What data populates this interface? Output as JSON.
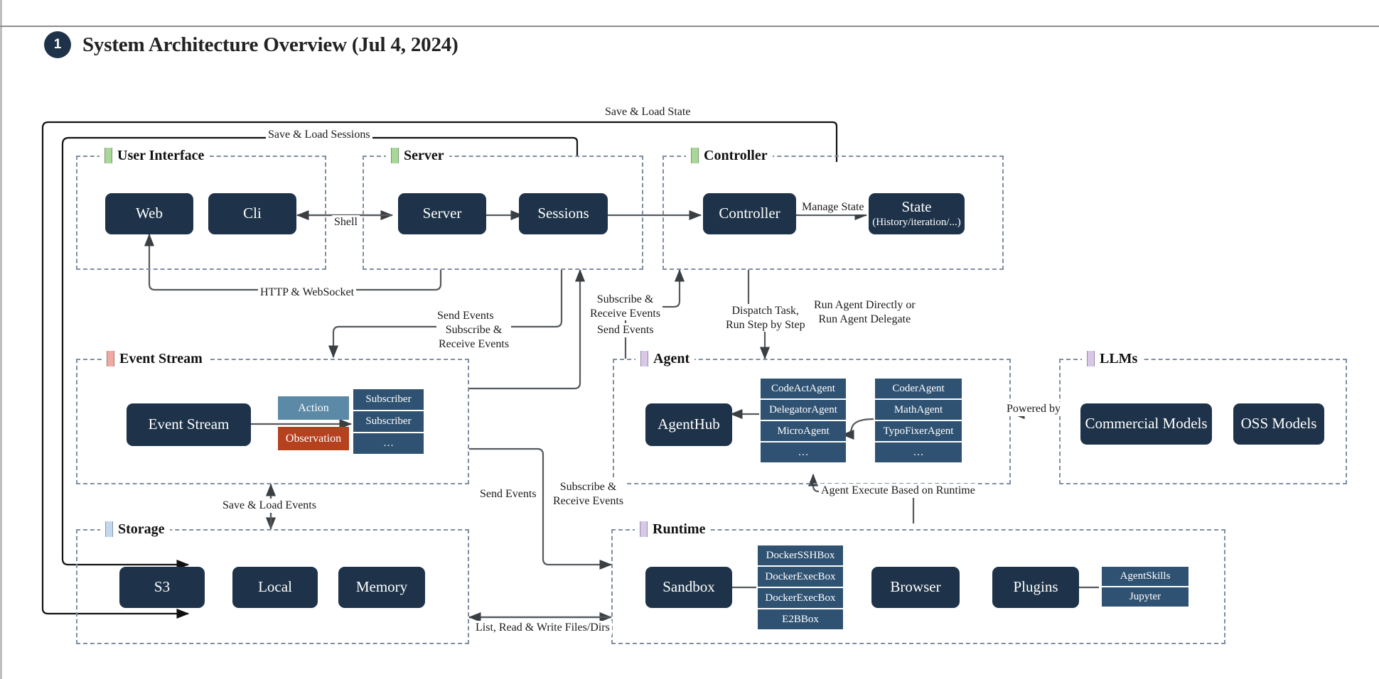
{
  "header": {
    "slide_number": "1",
    "title": "System Architecture Overview (Jul 4, 2024)"
  },
  "colors": {
    "node_fill": "#1e3349",
    "stack_fill": "#2f5272",
    "action_chip": "#5b89a6",
    "observation_chip": "#b5411f",
    "frame_border": "#7e8fa3",
    "wire": "#555a5e",
    "accent_user_interface": "#a9d79a",
    "accent_server": "#a9d79a",
    "accent_controller": "#a9d79a",
    "accent_event_stream": "#f1a9a4",
    "accent_storage": "#c3d8ef",
    "accent_agent": "#d9c7e8",
    "accent_llms": "#d9c7e8",
    "accent_runtime": "#d9c7e8"
  },
  "groups": {
    "user_interface": "User Interface",
    "server": "Server",
    "controller": "Controller",
    "event_stream": "Event Stream",
    "agent": "Agent",
    "llms": "LLMs",
    "storage": "Storage",
    "runtime": "Runtime"
  },
  "nodes": {
    "web": "Web",
    "cli": "Cli",
    "server": "Server",
    "sessions": "Sessions",
    "controller": "Controller",
    "state": "State",
    "state_sub": "(History/iteration/...)",
    "event_stream": "Event Stream",
    "agent_hub": "AgentHub",
    "commercial_models": "Commercial Models",
    "oss_models": "OSS Models",
    "s3": "S3",
    "local": "Local",
    "memory": "Memory",
    "sandbox": "Sandbox",
    "browser": "Browser",
    "plugins": "Plugins"
  },
  "chips": {
    "action": "Action",
    "observation": "Observation"
  },
  "stacks": {
    "subscribers": [
      "Subscriber",
      "Subscriber",
      "…"
    ],
    "agents_left": [
      "CodeActAgent",
      "DelegatorAgent",
      "MicroAgent",
      "…"
    ],
    "agents_right": [
      "CoderAgent",
      "MathAgent",
      "TypoFixerAgent",
      "…"
    ],
    "sandboxes": [
      "DockerSSHBox",
      "DockerExecBox",
      "DockerExecBox",
      "E2BBox"
    ],
    "plugin_items": [
      "AgentSkills",
      "Jupyter"
    ]
  },
  "edge_labels": {
    "save_load_state": "Save & Load State",
    "save_load_sessions": "Save & Load Sessions",
    "shell": "Shell",
    "manage_state": "Manage State",
    "http_websocket": "HTTP & WebSocket",
    "send_events_1": "Send Events",
    "subscribe_receive_1": "Subscribe &\nReceive Events",
    "subscribe_receive_2": "Subscribe &\nReceive Events",
    "send_events_2": "Send Events",
    "dispatch_task": "Dispatch Task,\nRun Step by Step",
    "run_agent": "Run Agent Directly or\nRun Agent Delegate",
    "powered_by": "Powered by",
    "save_load_events": "Save & Load Events",
    "send_events_3": "Send Events",
    "subscribe_receive_3": "Subscribe &\nReceive Events",
    "agent_execute": "Agent Execute Based on Runtime",
    "list_read_write": "List, Read & Write Files/Dirs"
  }
}
